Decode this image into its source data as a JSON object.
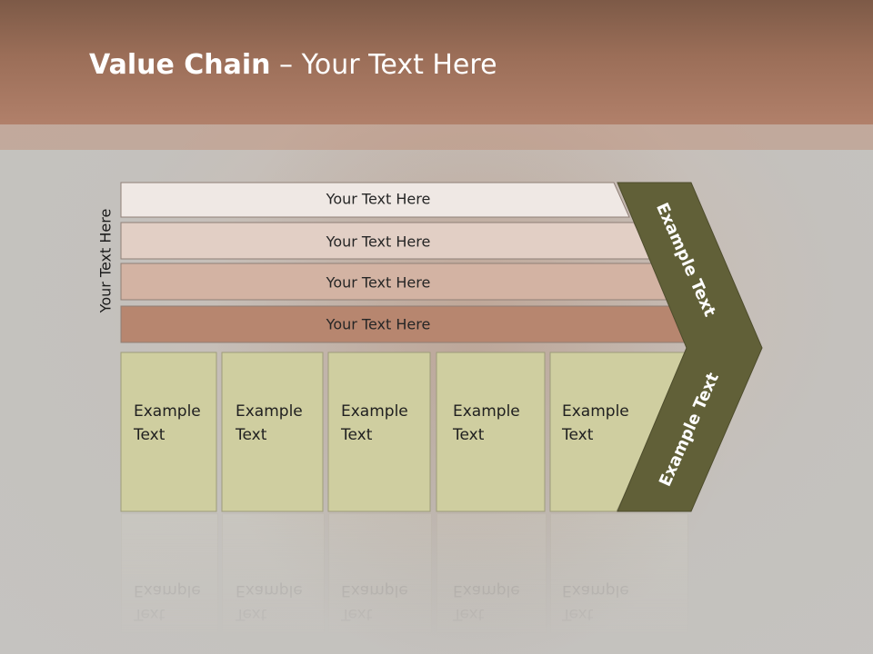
{
  "title": {
    "bold": "Value Chain",
    "rest": " – Your Text Here"
  },
  "side_label": "Your Text Here",
  "rows": [
    {
      "label": "Your Text Here",
      "color": "#efe8e4"
    },
    {
      "label": "Your Text Here",
      "color": "#e2cfc5"
    },
    {
      "label": "Your Text Here",
      "color": "#d3b3a3"
    },
    {
      "label": "Your Text Here",
      "color": "#b7866f"
    }
  ],
  "columns": [
    {
      "line1": "Example",
      "line2": "Text"
    },
    {
      "line1": "Example",
      "line2": "Text"
    },
    {
      "line1": "Example",
      "line2": "Text"
    },
    {
      "line1": "Example",
      "line2": "Text"
    },
    {
      "line1": "Example",
      "line2": "Text"
    }
  ],
  "chevron": {
    "upper": "Example Text",
    "lower": "Example Text",
    "color": "#616038"
  },
  "colors": {
    "column_fill": "#cfcea0",
    "header": "#a7765f"
  }
}
